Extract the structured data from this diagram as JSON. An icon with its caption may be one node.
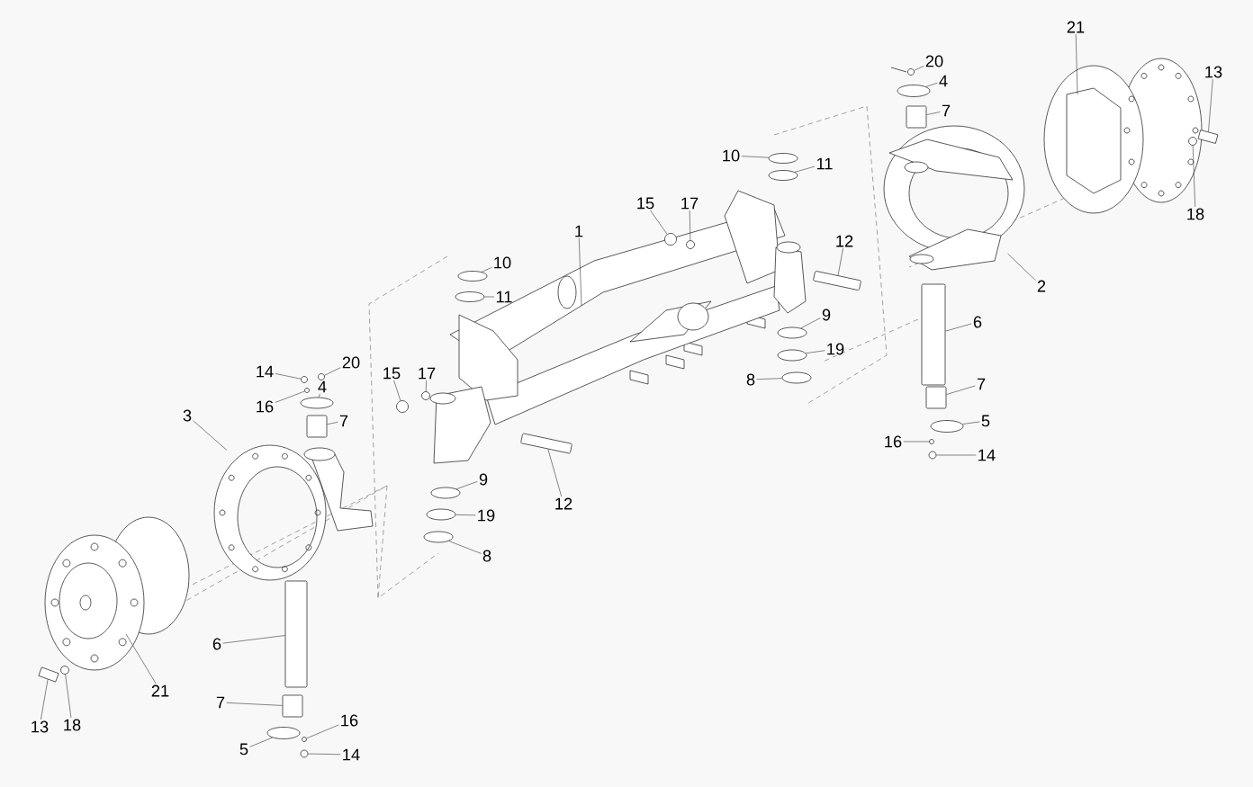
{
  "diagram": {
    "nodes": [
      {
        "text": [
          "21"
        ]
      },
      {
        "text": [
          "20"
        ]
      },
      {
        "text": [
          "4"
        ]
      },
      {
        "text": [
          "7"
        ]
      },
      {
        "text": [
          "13"
        ]
      },
      {
        "text": [
          "18"
        ]
      },
      {
        "text": [
          "10"
        ]
      },
      {
        "text": [
          "11"
        ]
      },
      {
        "text": [
          "15"
        ]
      },
      {
        "text": [
          "17"
        ]
      },
      {
        "text": [
          "12"
        ]
      },
      {
        "text": [
          "1"
        ]
      },
      {
        "text": [
          "2"
        ]
      },
      {
        "text": [
          "10"
        ]
      },
      {
        "text": [
          "11"
        ]
      },
      {
        "text": [
          "9"
        ]
      },
      {
        "text": [
          "6"
        ]
      },
      {
        "text": [
          "19"
        ]
      },
      {
        "text": [
          "8"
        ]
      },
      {
        "text": [
          "14"
        ]
      },
      {
        "text": [
          "20"
        ]
      },
      {
        "text": [
          "16"
        ]
      },
      {
        "text": [
          "4"
        ]
      },
      {
        "text": [
          "15"
        ]
      },
      {
        "text": [
          "17"
        ]
      },
      {
        "text": [
          "7"
        ]
      },
      {
        "text": [
          "3"
        ]
      },
      {
        "text": [
          "7"
        ]
      },
      {
        "text": [
          "5"
        ]
      },
      {
        "text": [
          "16"
        ]
      },
      {
        "text": [
          "14"
        ]
      },
      {
        "text": [
          "9"
        ]
      },
      {
        "text": [
          "12"
        ]
      },
      {
        "text": [
          "19"
        ]
      },
      {
        "text": [
          "8"
        ]
      },
      {
        "text": [
          "6"
        ]
      },
      {
        "text": [
          "21"
        ]
      },
      {
        "text": [
          "7"
        ]
      },
      {
        "text": [
          "16"
        ]
      },
      {
        "text": [
          "5"
        ]
      },
      {
        "text": [
          "14"
        ]
      },
      {
        "text": [
          "13"
        ]
      },
      {
        "text": [
          "18"
        ]
      },
      {
        "text": [],
        "shape": "circle"
      },
      {
        "text": [],
        "shape": "ellipse"
      },
      {
        "text": [],
        "shape": "cylinder"
      },
      {
        "text": [],
        "shape": "box"
      },
      {
        "text": [],
        "shape": "circle"
      },
      {
        "text": [],
        "shape": "ellipse"
      },
      {
        "text": [],
        "shape": "ellipse"
      },
      {
        "text": [],
        "shape": "circle"
      },
      {
        "text": [],
        "shape": "circle"
      },
      {
        "text": [],
        "shape": "bar"
      },
      {
        "text": [],
        "shape": "ellipse"
      },
      {
        "text": [],
        "shape": "ellipse"
      },
      {
        "text": [],
        "shape": "ellipse"
      },
      {
        "text": [],
        "shape": "cylinder"
      },
      {
        "text": [],
        "shape": "ellipse"
      },
      {
        "text": [],
        "shape": "ellipse"
      },
      {
        "text": [],
        "shape": "circle"
      },
      {
        "text": [],
        "shape": "circle"
      },
      {
        "text": [],
        "shape": "circle"
      },
      {
        "text": [],
        "shape": "ellipse"
      },
      {
        "text": [],
        "shape": "circle"
      },
      {
        "text": [],
        "shape": "circle"
      },
      {
        "text": [],
        "shape": "cylinder"
      },
      {
        "text": [],
        "shape": "cylinder"
      },
      {
        "text": [],
        "shape": "ellipse"
      },
      {
        "text": [],
        "shape": "circle"
      },
      {
        "text": [],
        "shape": "circle"
      },
      {
        "text": [],
        "shape": "ellipse"
      },
      {
        "text": [],
        "shape": "bar"
      },
      {
        "text": [],
        "shape": "ellipse"
      },
      {
        "text": [],
        "shape": "ellipse"
      },
      {
        "text": [],
        "shape": "cylinder"
      },
      {
        "text": [],
        "shape": "cylinder"
      },
      {
        "text": [],
        "shape": "circle"
      },
      {
        "text": [],
        "shape": "ellipse"
      },
      {
        "text": [],
        "shape": "circle"
      },
      {
        "text": [],
        "shape": "box"
      },
      {
        "text": [],
        "shape": "circle"
      },
      {
        "text": [],
        "shape": "picture"
      },
      {
        "text": [],
        "shape": "picture"
      }
    ],
    "edges": [
      {
        "from": 0,
        "to": null,
        "arrow": "none"
      },
      {
        "from": 1,
        "to": 43,
        "arrow": "none"
      },
      {
        "from": 2,
        "to": 44,
        "arrow": "none"
      },
      {
        "from": 3,
        "to": 45,
        "arrow": "none"
      },
      {
        "from": 4,
        "to": 46,
        "arrow": "none"
      },
      {
        "from": 5,
        "to": 47,
        "arrow": "none"
      },
      {
        "from": 6,
        "to": 48,
        "arrow": "none"
      },
      {
        "from": 7,
        "to": 49,
        "arrow": "none"
      },
      {
        "from": 8,
        "to": 50,
        "arrow": "none"
      },
      {
        "from": 9,
        "to": 51,
        "arrow": "none"
      },
      {
        "from": 10,
        "to": 52,
        "arrow": "none"
      },
      {
        "from": 11,
        "to": null,
        "arrow": "none"
      },
      {
        "from": 12,
        "to": 81,
        "arrow": "none"
      },
      {
        "from": 13,
        "to": 53,
        "arrow": "none"
      },
      {
        "from": 14,
        "to": 54,
        "arrow": "none"
      },
      {
        "from": 15,
        "to": 55,
        "arrow": "none"
      },
      {
        "from": 16,
        "to": 56,
        "arrow": "none"
      },
      {
        "from": 17,
        "to": 57,
        "arrow": "none"
      },
      {
        "from": 18,
        "to": 58,
        "arrow": "none"
      },
      {
        "from": 19,
        "to": 59,
        "arrow": "none"
      },
      {
        "from": 20,
        "to": 60,
        "arrow": "none"
      },
      {
        "from": 21,
        "to": 61,
        "arrow": "none"
      },
      {
        "from": 22,
        "to": 62,
        "arrow": "none"
      },
      {
        "from": 23,
        "to": 63,
        "arrow": "none"
      },
      {
        "from": 24,
        "to": 64,
        "arrow": "none"
      },
      {
        "from": 25,
        "to": 65,
        "arrow": "none"
      },
      {
        "from": 26,
        "to": 82,
        "arrow": "none"
      },
      {
        "from": 27,
        "to": 66,
        "arrow": "none"
      },
      {
        "from": 28,
        "to": 67,
        "arrow": "none"
      },
      {
        "from": 29,
        "to": 68,
        "arrow": "none"
      },
      {
        "from": 30,
        "to": 69,
        "arrow": "none"
      },
      {
        "from": 31,
        "to": 70,
        "arrow": "none"
      },
      {
        "from": 32,
        "to": 71,
        "arrow": "none"
      },
      {
        "from": 33,
        "to": 72,
        "arrow": "none"
      },
      {
        "from": 34,
        "to": 73,
        "arrow": "none"
      },
      {
        "from": 35,
        "to": 74,
        "arrow": "none"
      },
      {
        "from": 36,
        "to": null,
        "arrow": "none"
      },
      {
        "from": 37,
        "to": 75,
        "arrow": "none"
      },
      {
        "from": 38,
        "to": 76,
        "arrow": "none"
      },
      {
        "from": 39,
        "to": 77,
        "arrow": "none"
      },
      {
        "from": 40,
        "to": 78,
        "arrow": "none"
      },
      {
        "from": 41,
        "to": 79,
        "arrow": "none"
      },
      {
        "from": 42,
        "to": 80,
        "arrow": "none"
      }
    ]
  }
}
